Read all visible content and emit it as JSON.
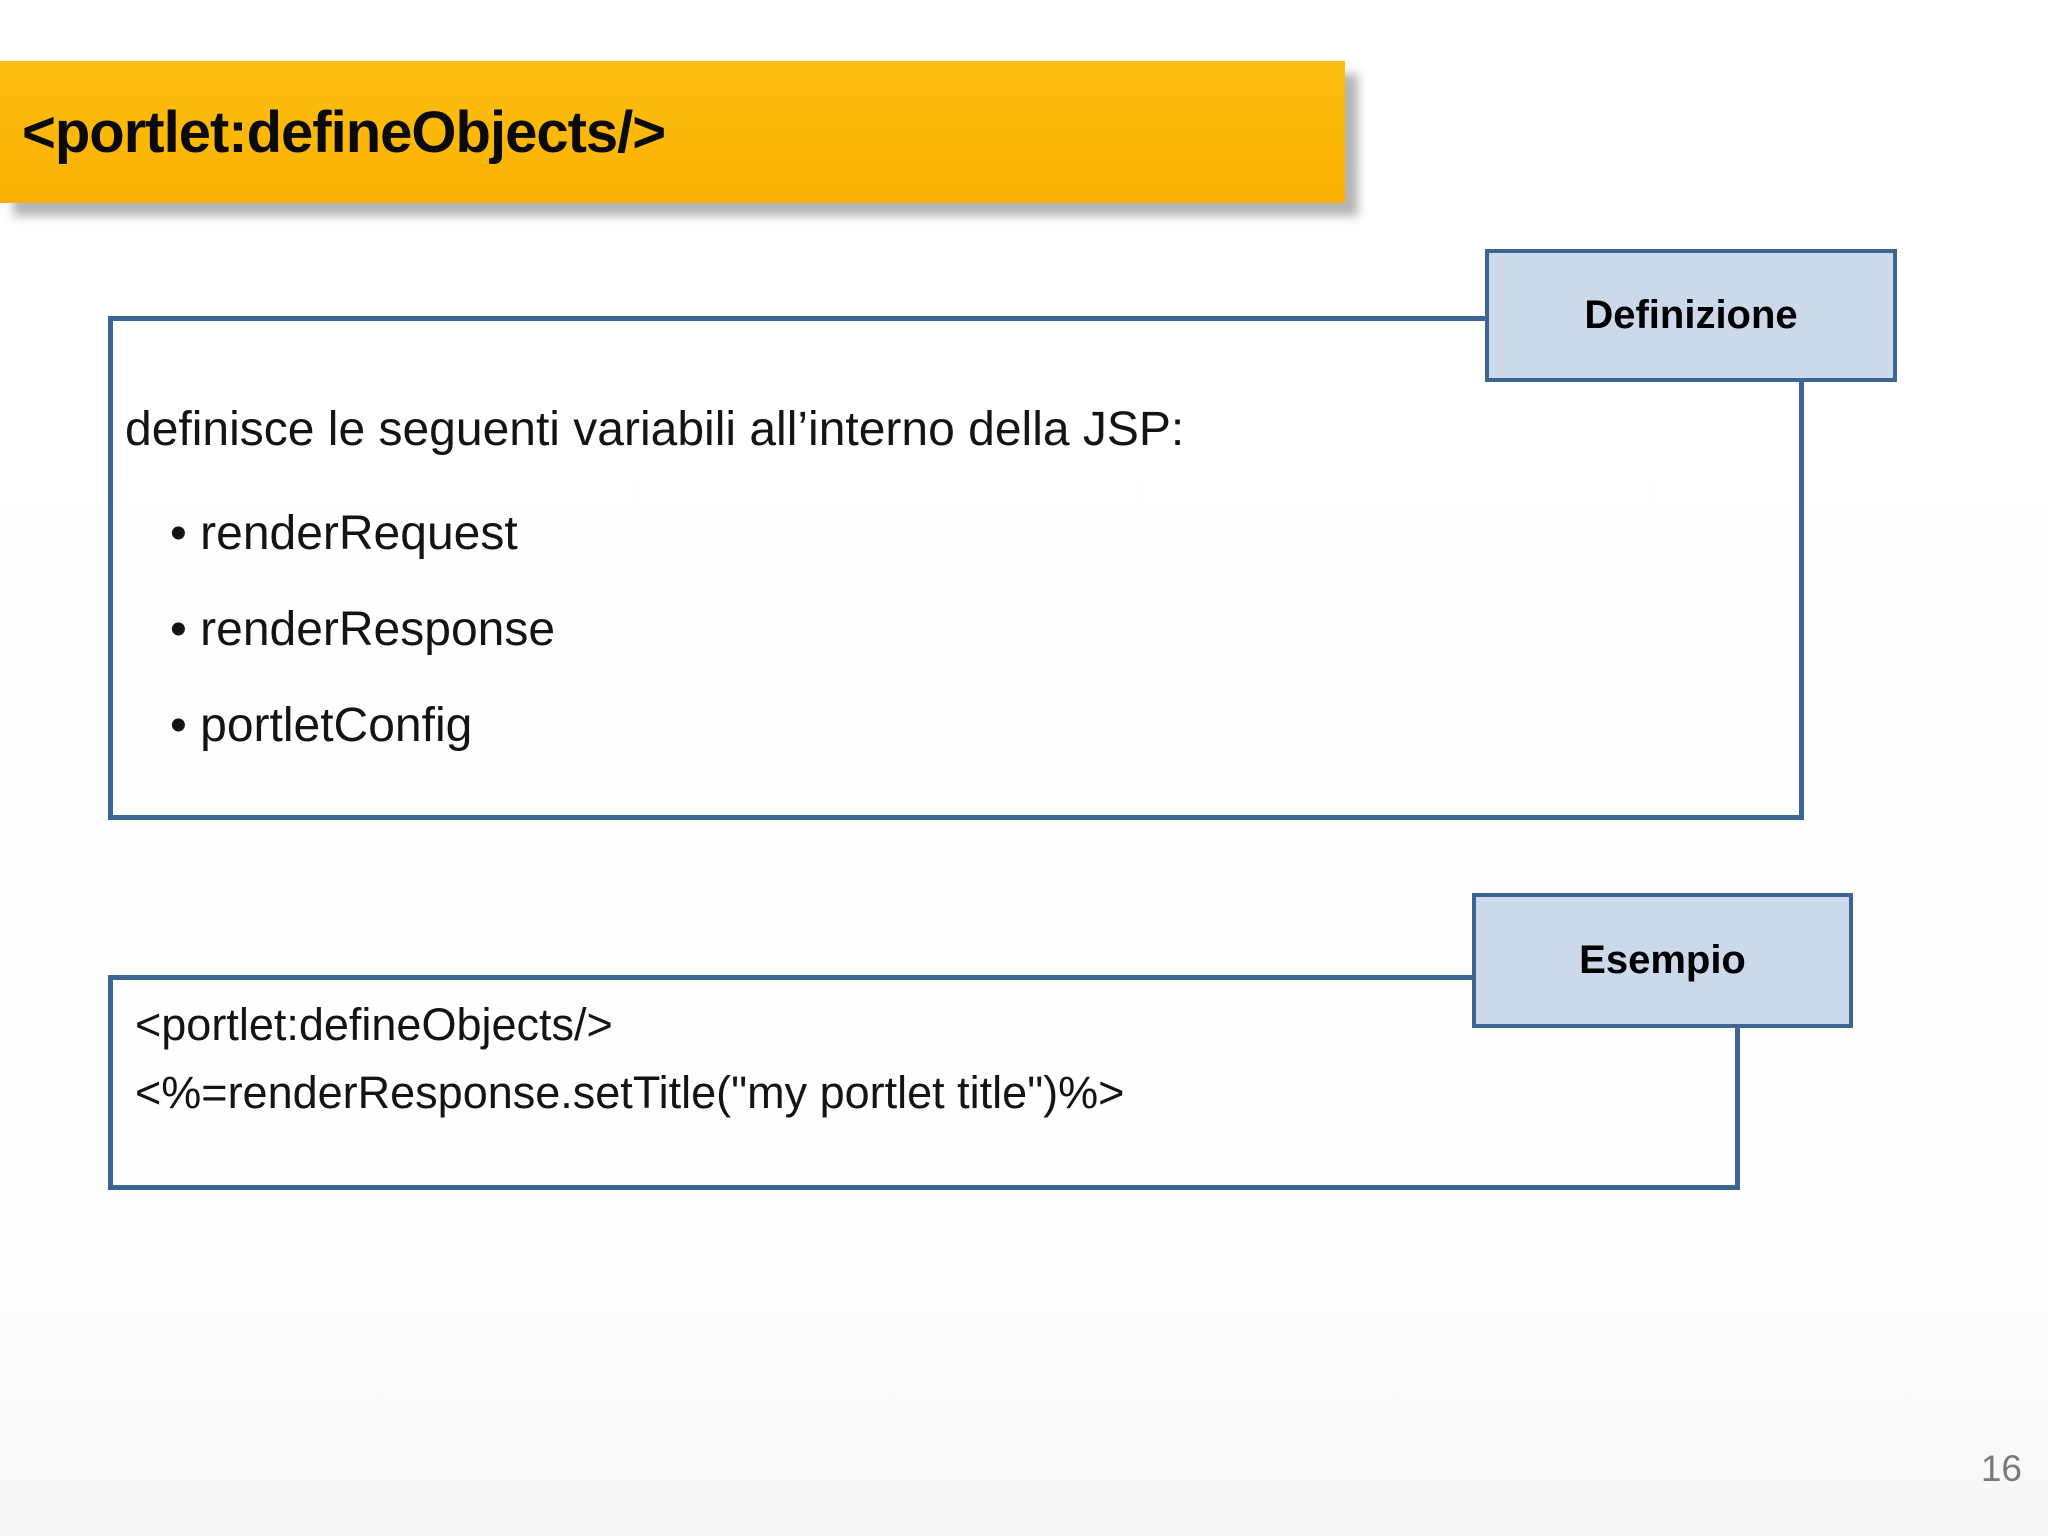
{
  "slide": {
    "title": "<portlet:defineObjects/>",
    "page_number": "16"
  },
  "definition_section": {
    "label": "Definizione",
    "intro": "definisce le seguenti variabili all’interno della JSP:",
    "bullet_char": "•",
    "bullets": [
      "renderRequest",
      "renderResponse",
      "portletConfig"
    ]
  },
  "example_section": {
    "label": "Esempio",
    "code_lines": [
      "<portlet:defineObjects/>",
      "<%=renderResponse.setTitle(\"my portlet title\")%>"
    ]
  },
  "colors": {
    "banner_bg": "#fcb808",
    "box_border": "#3d6591",
    "tab_bg": "#cbd9eb",
    "page_number": "#7a7a7a"
  }
}
